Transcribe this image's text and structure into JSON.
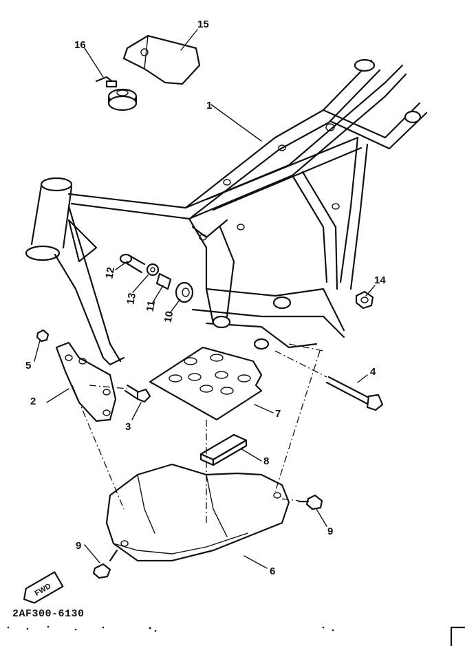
{
  "diagram": {
    "part_code": "2AF300-6130",
    "fwd_label": "FWD",
    "callouts": [
      "1",
      "2",
      "3",
      "4",
      "5",
      "6",
      "7",
      "8",
      "9",
      "9",
      "10",
      "11",
      "12",
      "13",
      "14",
      "15",
      "16"
    ]
  }
}
